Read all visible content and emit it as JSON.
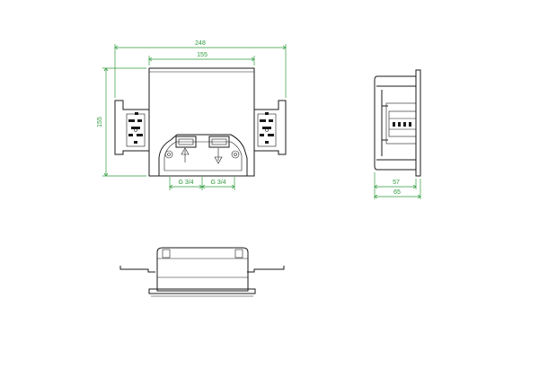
{
  "dimensions": {
    "overall_width": "248",
    "body_width": "155",
    "height": "155",
    "thread_left": "G 3/4",
    "thread_right": "G 3/4",
    "depth_inner": "57",
    "depth_overall": "65"
  },
  "colors": {
    "dimension": "#2f9a3c",
    "outline": "#1a1a1a",
    "background": "#ffffff"
  }
}
